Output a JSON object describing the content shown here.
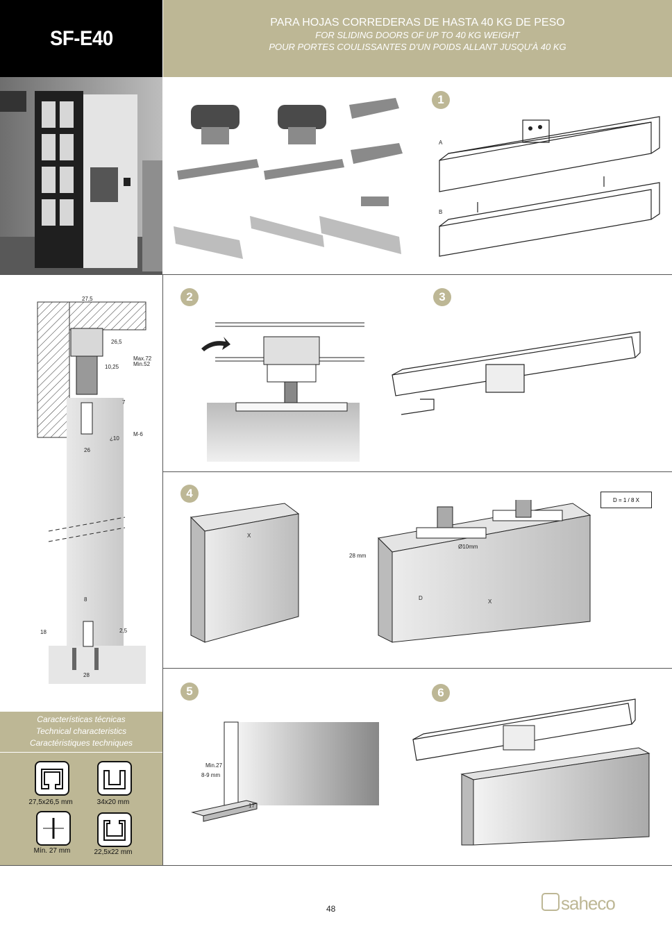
{
  "header": {
    "model": "SF-E40",
    "title_es": "PARA HOJAS CORREDERAS DE HASTA 40 KG DE PESO",
    "title_en": "FOR SLIDING DOORS OF UP TO 40 KG WEIGHT",
    "title_fr": "POUR PORTES COULISSANTES D'UN POIDS ALLANT JUSQU'À 40 KG"
  },
  "steps": [
    "1",
    "2",
    "3",
    "4",
    "5",
    "6"
  ],
  "profile_labels": {
    "a": "A",
    "b": "B"
  },
  "dimensions": {
    "d275": "27,5",
    "d265": "26,5",
    "max": "Max.72",
    "min": "Min.52",
    "d1025": "10,25",
    "d7": "7",
    "m6": "M-6",
    "dia10": "¿10",
    "d26": "26",
    "d8": "8",
    "d18": "18",
    "d25": "2,5",
    "d28": "28"
  },
  "step4": {
    "formula": "D = 1 / 8 X",
    "x": "X",
    "d": "D",
    "h28": "28 mm",
    "w10": "Ø10mm"
  },
  "step5": {
    "min27": "Min.27",
    "gap": "8-9 mm",
    "h17": "17"
  },
  "characteristics": {
    "title_es": "Características técnicas",
    "title_en": "Technical characteristics",
    "title_fr": "Caractéristiques techniques",
    "items": [
      {
        "icon": "top-rail-profile-icon",
        "label": "27,5x26,5 mm"
      },
      {
        "icon": "bottom-guide-profile-icon",
        "label": "34x20 mm"
      },
      {
        "icon": "door-thickness-icon",
        "label": "Mín. 27 mm"
      },
      {
        "icon": "guide-channel-profile-icon",
        "label": "22,5x22 mm"
      }
    ]
  },
  "footer": {
    "page": "48",
    "brand": "saheco"
  }
}
